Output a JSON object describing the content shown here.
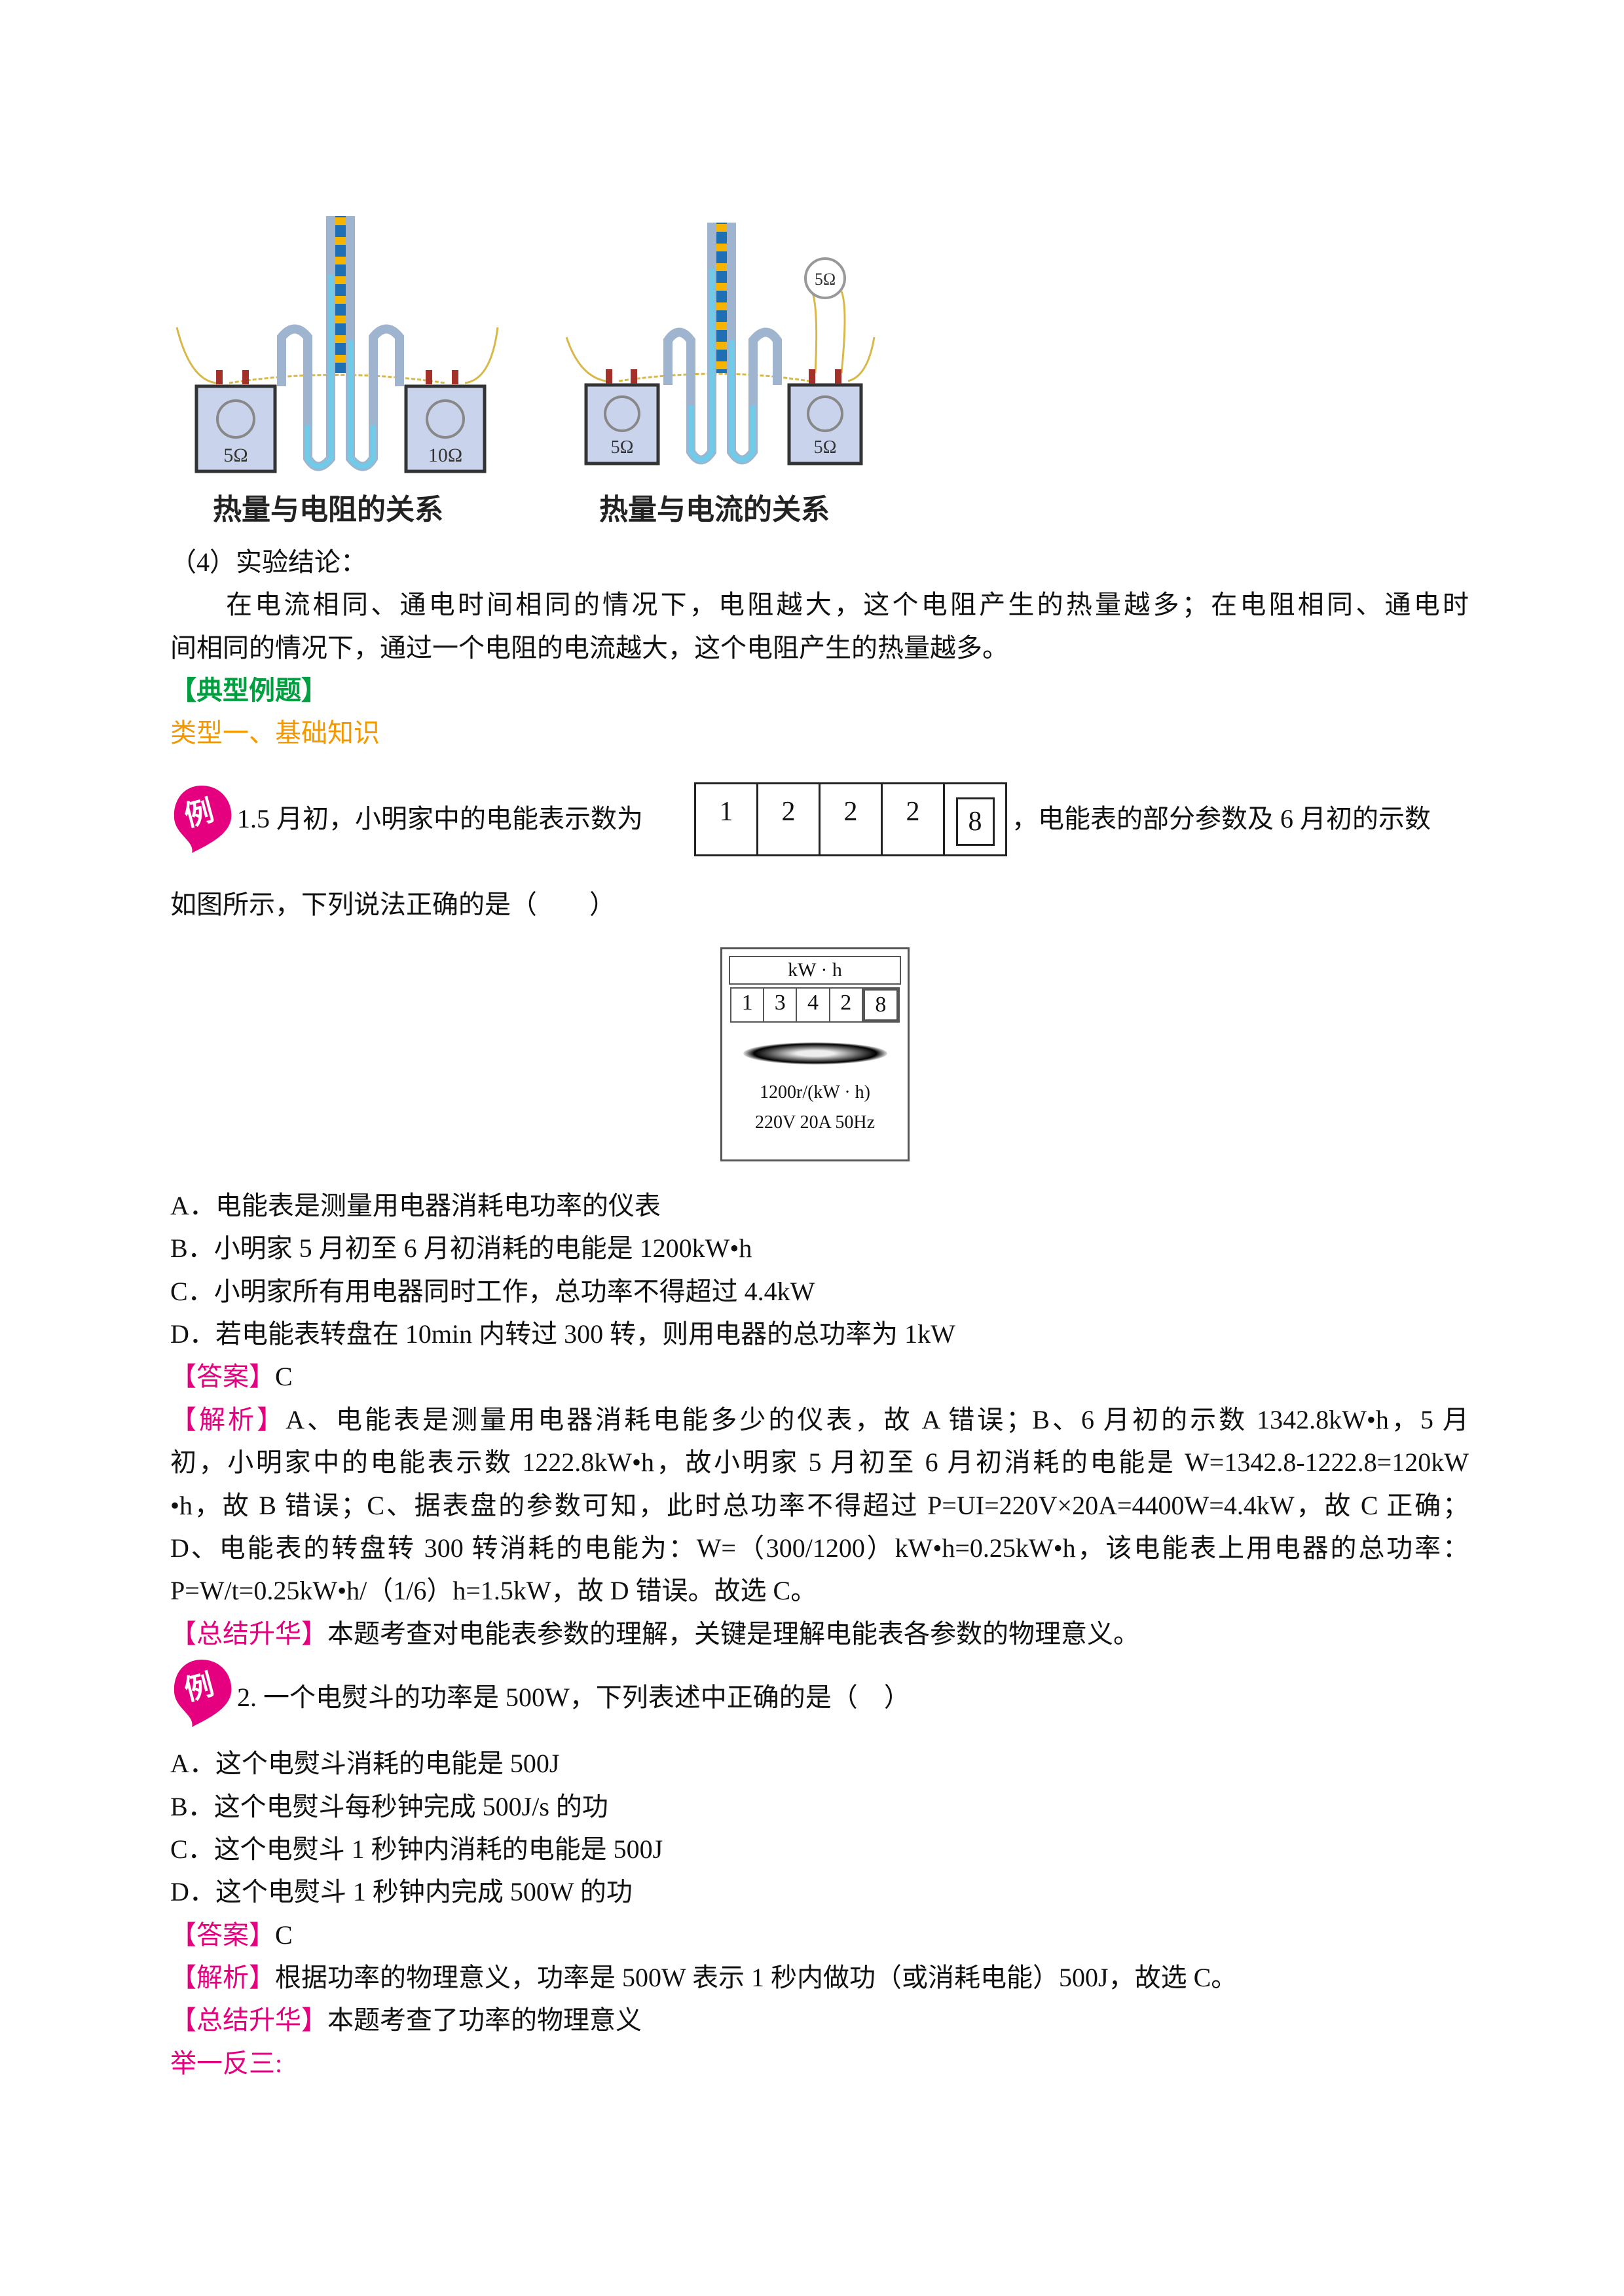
{
  "figures": {
    "left": {
      "caption": "热量与电阻的关系",
      "r1": "5Ω",
      "r2": "10Ω"
    },
    "right": {
      "caption": "热量与电流的关系",
      "r1": "5Ω",
      "r2": "5Ω",
      "r3": "5Ω"
    }
  },
  "conclusion": {
    "heading": "（4）实验结论：",
    "line1": "在电流相同、通电时间相同的情况下，电阻越大，这个电阻产生的热量越多；在电阻相同、通电时",
    "line2": "间相同的情况下，通过一个电阻的电流越大，这个电阻产生的热量越多。"
  },
  "section": {
    "title": "【典型例题】",
    "type": "类型一、基础知识"
  },
  "badge_text": "例",
  "example1": {
    "stem_a": "1.5 月初，小明家中的电能表示数为",
    "meter_digits": [
      "1",
      "2",
      "2",
      "2",
      "8"
    ],
    "stem_b": "，电能表的部分参数及 6 月初的示数",
    "stem_c": "如图所示，下列说法正确的是（　　）",
    "meter_figure": {
      "unit": "kW · h",
      "digits": [
        "1",
        "3",
        "4",
        "2",
        "8"
      ],
      "spec1": "1200r/(kW · h)",
      "spec2": "220V  20A  50Hz"
    },
    "options": [
      "A．电能表是测量用电器消耗电功率的仪表",
      "B．小明家 5 月初至 6 月初消耗的电能是 1200kW•h",
      "C．小明家所有用电器同时工作，总功率不得超过 4.4kW",
      "D．若电能表转盘在 10min 内转过 300 转，则用电器的总功率为 1kW"
    ],
    "answer_label": "【答案】",
    "answer": "C",
    "analysis_label": "【解析】",
    "analysis": [
      "A、电能表是测量用电器消耗电能多少的仪表，故 A 错误；B、6 月初的示数 1342.8kW•h，5 月",
      "初，小明家中的电能表示数 1222.8kW•h，故小明家 5 月初至 6 月初消耗的电能是 W=1342.8-1222.8=120kW",
      "•h，故 B 错误；C、据表盘的参数可知，此时总功率不得超过 P=UI=220V×20A=4400W=4.4kW，故 C 正确；",
      "D、电能表的转盘转 300 转消耗的电能为：W=（300/1200）kW•h=0.25kW•h，该电能表上用电器的总功率：",
      "P=W/t=0.25kW•h/（1/6）h=1.5kW，故 D 错误。故选 C。"
    ],
    "summary_label": "【总结升华】",
    "summary": "本题考查对电能表参数的理解，关键是理解电能表各参数的物理意义。"
  },
  "example2": {
    "stem": "2. 一个电熨斗的功率是 500W，下列表述中正确的是（　）",
    "options": [
      "A．这个电熨斗消耗的电能是 500J",
      "B．这个电熨斗每秒钟完成 500J/s 的功",
      "C．这个电熨斗 1 秒钟内消耗的电能是 500J",
      "D．这个电熨斗 1 秒钟内完成 500W 的功"
    ],
    "answer_label": "【答案】",
    "answer": "C",
    "analysis_label": "【解析】",
    "analysis": "根据功率的物理意义，功率是 500W 表示 1 秒内做功（或消耗电能）500J，故选 C。",
    "summary_label": "【总结升华】",
    "summary": "本题考查了功率的物理意义"
  },
  "practice_heading": "举一反三:",
  "colors": {
    "magenta": "#e4007f",
    "green": "#00a040",
    "orange": "#f39800"
  }
}
